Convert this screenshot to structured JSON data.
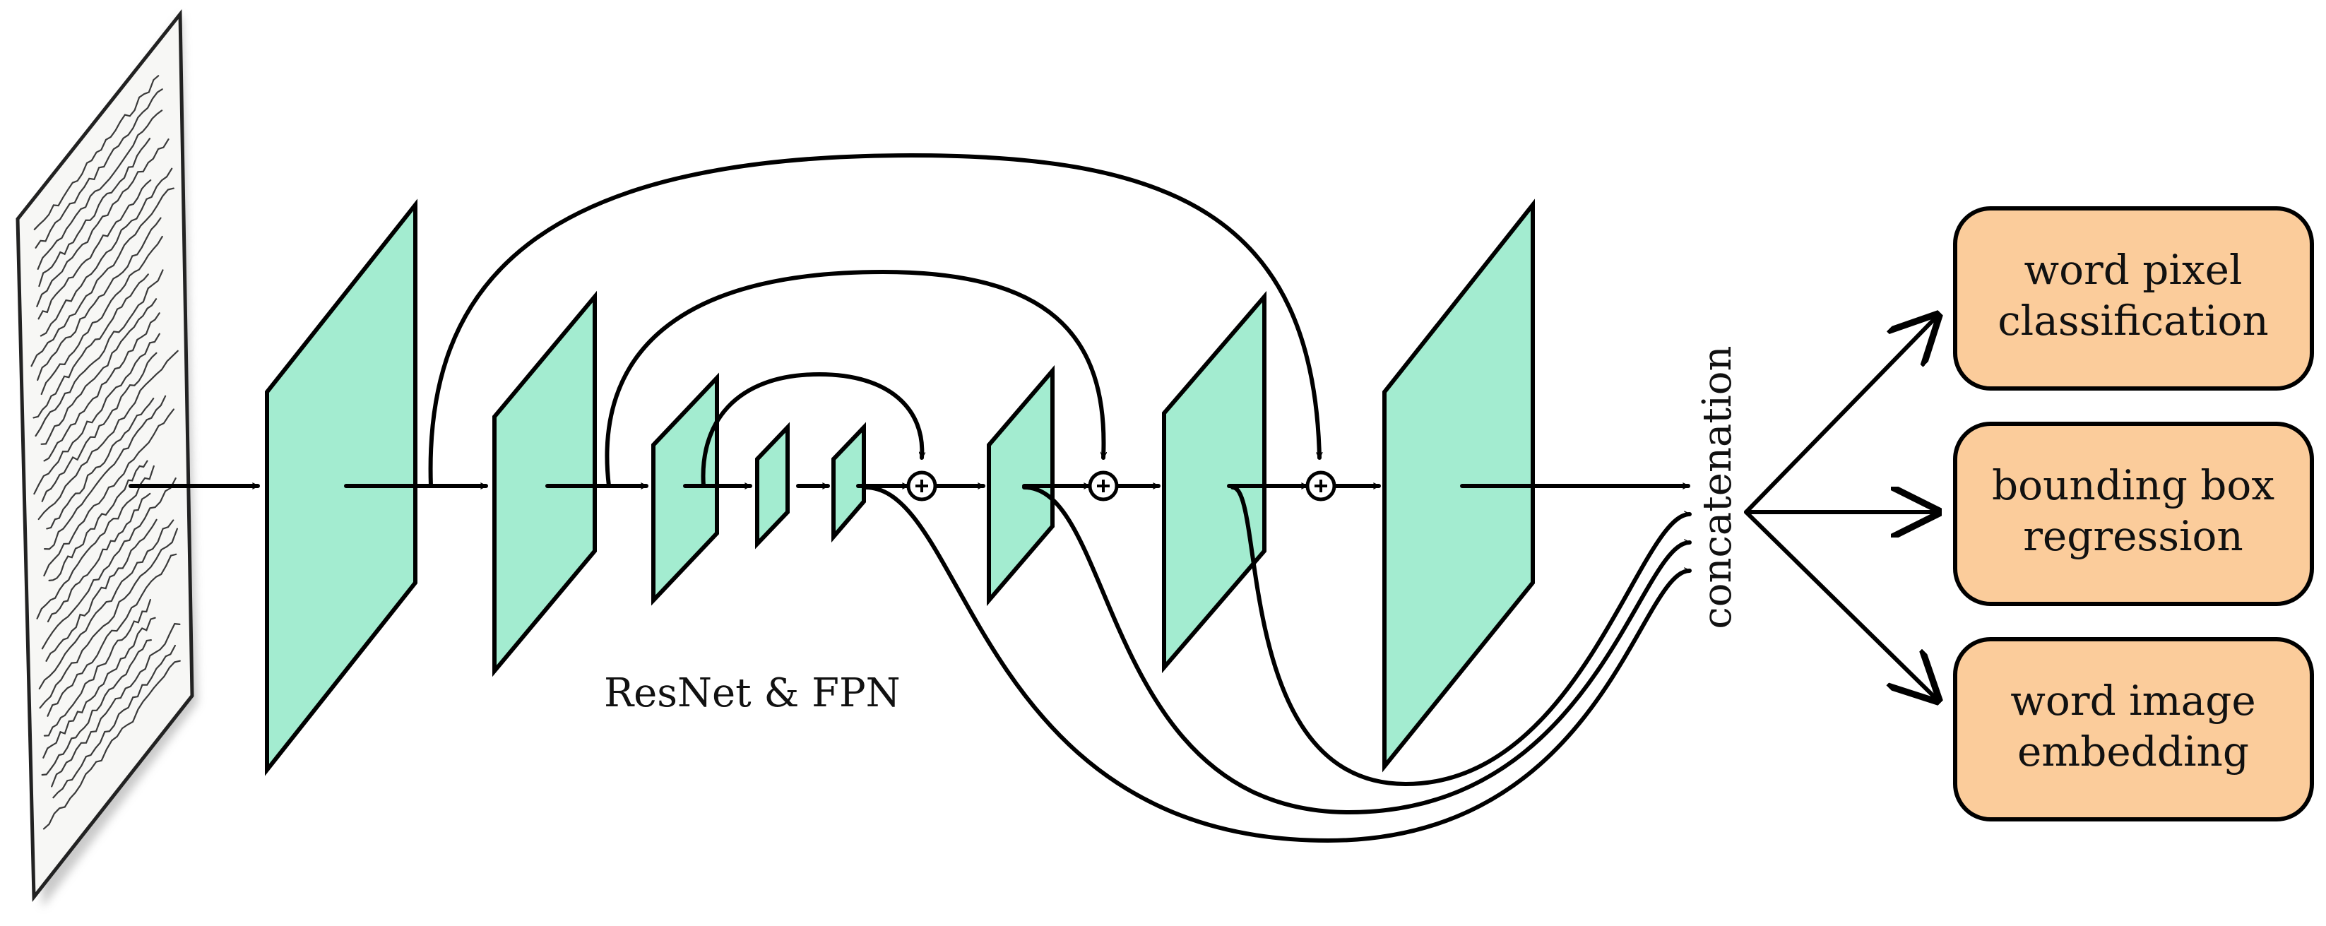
{
  "diagram": {
    "network_label": "ResNet & FPN",
    "fusion_label": "concatenation",
    "heads": [
      {
        "line1": "word pixel",
        "line2": "classification"
      },
      {
        "line1": "bounding box",
        "line2": "regression"
      },
      {
        "line1": "word image",
        "line2": "embedding"
      }
    ],
    "node_icons": [
      "document-page-icon",
      "plus-circle-icon"
    ],
    "colors": {
      "feature_map_fill": "#a3ecd0",
      "head_box_fill": "#fbcc9b",
      "edge_stroke": "#000000"
    }
  }
}
